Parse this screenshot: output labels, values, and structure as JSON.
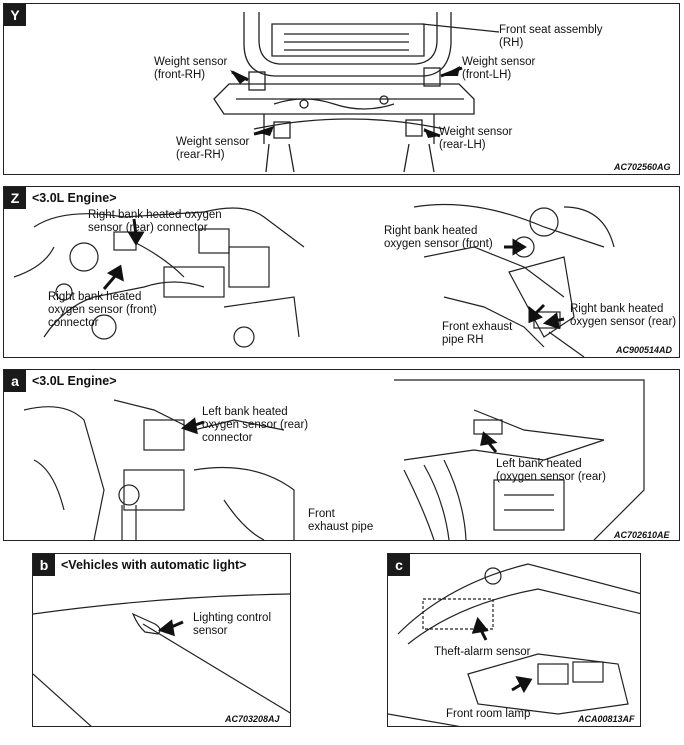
{
  "panels": {
    "y": {
      "tag": "Y",
      "labels": {
        "front_seat": "Front seat assembly\n(RH)",
        "ws_front_rh": "Weight sensor\n(front-RH)",
        "ws_front_lh": "Weight sensor\n(front-LH)",
        "ws_rear_rh": "Weight sensor\n(rear-RH)",
        "ws_rear_lh": "Weight sensor\n(rear-LH)"
      },
      "code": "AC702560AG"
    },
    "z": {
      "tag": "Z",
      "heading": "<3.0L Engine>",
      "labels": {
        "rb_rear_conn": "Right bank heated oxygen\nsensor (rear) connector",
        "rb_front_conn": "Right bank heated\noxygen sensor (front)\nconnector",
        "rb_front_sensor": "Right bank heated\noxygen sensor (front)",
        "front_exhaust_rh": "Front exhaust\npipe RH",
        "rb_rear_sensor": "Right bank heated\noxygen sensor (rear)"
      },
      "code": "AC900514AD"
    },
    "a": {
      "tag": "a",
      "heading": "<3.0L Engine>",
      "labels": {
        "lb_rear_conn": "Left bank heated\noxygen sensor (rear)\nconnector",
        "lb_rear_sensor": "Left bank heated\n(oxygen sensor (rear)",
        "front_exhaust": "Front\nexhaust pipe"
      },
      "code": "AC702610AE"
    },
    "b": {
      "tag": "b",
      "heading": "<Vehicles with automatic light>",
      "labels": {
        "lighting_sensor": "Lighting control\nsensor"
      },
      "code": "AC703208AJ"
    },
    "c": {
      "tag": "c",
      "labels": {
        "theft_alarm": "Theft-alarm sensor",
        "front_room_lamp": "Front room lamp"
      },
      "code": "ACA00813AF"
    }
  }
}
